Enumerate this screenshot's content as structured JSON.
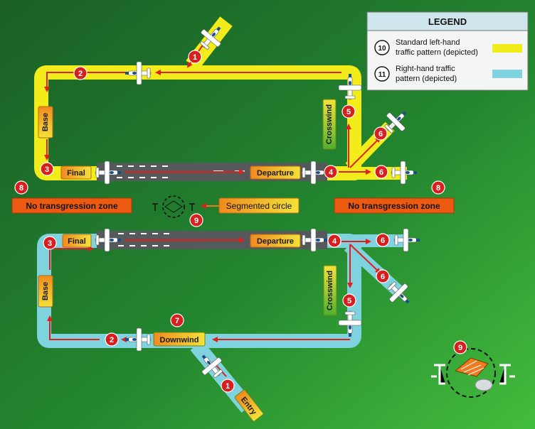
{
  "legend": {
    "title": "LEGEND",
    "items": [
      {
        "num": "10",
        "line1": "Standard left-hand",
        "line2": "traffic pattern (depicted)",
        "color": "#f2ec1a"
      },
      {
        "num": "11",
        "line1": "Right-hand traffic",
        "line2": "pattern (depicted)",
        "color": "#7fd3df"
      }
    ]
  },
  "colors": {
    "yellow": "#f2ec1a",
    "blue": "#7fd3df",
    "arrow": "#e0201c",
    "background_dark": "#1d6b2a",
    "background_light": "#3db83a",
    "runway": "#55595c",
    "label_orange": "#f07a1a",
    "zone_orange": "#ec5a12"
  },
  "labels": {
    "base": "Base",
    "final": "Final",
    "departure": "Departure",
    "crosswind": "Crosswind",
    "downwind": "Downwind",
    "entry": "Entry",
    "segmented_circle": "Segmented circle",
    "no_transgression": "No transgression zone"
  },
  "markers": {
    "m1": "1",
    "m2": "2",
    "m3": "3",
    "m4": "4",
    "m5": "5",
    "m6": "6",
    "m7": "7",
    "m8": "8",
    "m9": "9"
  }
}
